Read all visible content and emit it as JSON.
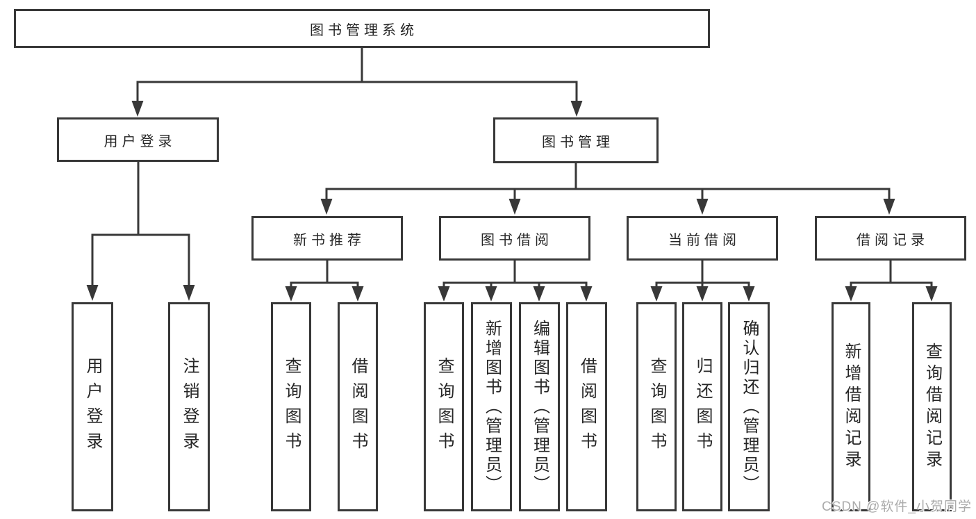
{
  "diagram_title": "图书管理系统",
  "watermark": {
    "text": "CSDN @软件_小贺同学"
  },
  "colors": {
    "line": "#383838",
    "border": "#383838",
    "text": "#262626",
    "background": "#ffffff",
    "watermark": "#ababab"
  },
  "tree": {
    "root": {
      "label": "图书管理系统"
    },
    "branches": [
      {
        "label": "用户登录",
        "children": [
          {
            "label": "用户登录"
          },
          {
            "label": "注销登录"
          }
        ]
      },
      {
        "label": "图书管理",
        "children": [
          {
            "label": "新书推荐",
            "children": [
              {
                "label": "查询图书"
              },
              {
                "label": "借阅图书"
              }
            ]
          },
          {
            "label": "图书借阅",
            "children": [
              {
                "label": "查询图书"
              },
              {
                "label": "新增图书（管理员）"
              },
              {
                "label": "编辑图书（管理员）"
              },
              {
                "label": "借阅图书"
              }
            ]
          },
          {
            "label": "当前借阅",
            "children": [
              {
                "label": "查询图书"
              },
              {
                "label": "归还图书"
              },
              {
                "label": "确认归还（管理员）"
              }
            ]
          },
          {
            "label": "借阅记录",
            "children": [
              {
                "label": "新增借阅记录"
              },
              {
                "label": "查询借阅记录"
              }
            ]
          }
        ]
      }
    ]
  }
}
